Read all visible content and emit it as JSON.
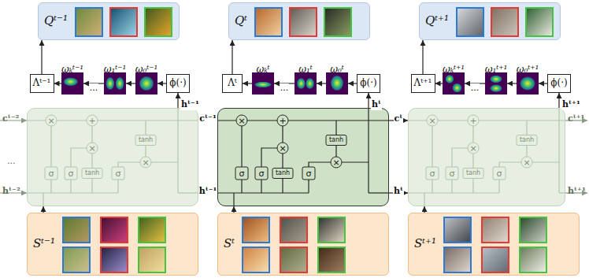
{
  "diagram": {
    "nodes": [
      {
        "text": [
          "Qᵗ⁻¹"
        ]
      },
      {
        "text": [
          "Qᵗ"
        ]
      },
      {
        "text": [
          "Qᵗ⁺¹"
        ]
      },
      {
        "text": [
          "Λᵗ⁻¹"
        ]
      },
      {
        "text": [
          "ωₖᵗ⁻¹"
        ]
      },
      {
        "text": [
          "ω₁ᵗ⁻¹"
        ]
      },
      {
        "text": [
          "ω₀ᵗ⁻¹"
        ]
      },
      {
        "text": [
          "ϕ(·)"
        ]
      },
      {
        "text": [
          "Λᵗ"
        ]
      },
      {
        "text": [
          "ωₖᵗ"
        ]
      },
      {
        "text": [
          "ω₁ᵗ"
        ]
      },
      {
        "text": [
          "ω₀ᵗ"
        ]
      },
      {
        "text": [
          "ϕ(·)"
        ]
      },
      {
        "text": [
          "Λᵗ⁺¹"
        ]
      },
      {
        "text": [
          "ωₖᵗ⁺¹"
        ]
      },
      {
        "text": [
          "ω₁ᵗ⁺¹"
        ]
      },
      {
        "text": [
          "ω₀ᵗ⁺¹"
        ]
      },
      {
        "text": [
          "ϕ(·)"
        ]
      },
      {
        "text": [
          "×",
          "+",
          "tanh",
          "×",
          "σ",
          "σ",
          "tanh",
          "σ",
          "×"
        ]
      },
      {
        "text": [
          "×",
          "+",
          "tanh",
          "×",
          "σ",
          "σ",
          "tanh",
          "σ",
          "×"
        ]
      },
      {
        "text": [
          "×",
          "+",
          "tanh",
          "×",
          "σ",
          "σ",
          "tanh",
          "σ",
          "×"
        ]
      },
      {
        "text": [
          "Sᵗ⁻¹"
        ]
      },
      {
        "text": [
          "Sᵗ"
        ]
      },
      {
        "text": [
          "Sᵗ⁺¹"
        ]
      }
    ],
    "edges": [
      {
        "from": 7,
        "to": 6,
        "arrow": "to"
      },
      {
        "from": 6,
        "to": 5,
        "arrow": "to"
      },
      {
        "from": 5,
        "to": 4,
        "label": "...",
        "arrow": "to"
      },
      {
        "from": 4,
        "to": 3,
        "arrow": "to"
      },
      {
        "from": 3,
        "to": 0,
        "arrow": "to"
      },
      {
        "from": 18,
        "to": 7,
        "label": "hᵗ⁻¹",
        "arrow": "to"
      },
      {
        "from": 21,
        "to": 18,
        "arrow": "to"
      },
      {
        "from": 12,
        "to": 11,
        "arrow": "to"
      },
      {
        "from": 11,
        "to": 10,
        "arrow": "to"
      },
      {
        "from": 10,
        "to": 9,
        "label": "...",
        "arrow": "to"
      },
      {
        "from": 9,
        "to": 8,
        "arrow": "to"
      },
      {
        "from": 8,
        "to": 1,
        "arrow": "to"
      },
      {
        "from": 19,
        "to": 12,
        "label": "hᵗ",
        "arrow": "to"
      },
      {
        "from": 22,
        "to": 19,
        "arrow": "to"
      },
      {
        "from": 17,
        "to": 16,
        "arrow": "to"
      },
      {
        "from": 16,
        "to": 15,
        "arrow": "to"
      },
      {
        "from": 15,
        "to": 14,
        "label": "...",
        "arrow": "to"
      },
      {
        "from": 14,
        "to": 13,
        "arrow": "to"
      },
      {
        "from": 13,
        "to": 2,
        "arrow": "to"
      },
      {
        "from": 20,
        "to": 17,
        "label": "hᵗ⁺¹",
        "arrow": "to"
      },
      {
        "from": 23,
        "to": 20,
        "arrow": "to"
      },
      {
        "from": 18,
        "to": 19,
        "label": "cᵗ⁻¹",
        "arrow": "to"
      },
      {
        "from": 18,
        "to": 19,
        "label": "hᵗ⁻¹",
        "arrow": "to"
      },
      {
        "from": 19,
        "to": 20,
        "label": "cᵗ",
        "arrow": "to"
      },
      {
        "from": 19,
        "to": 20,
        "label": "hᵗ",
        "arrow": "to"
      }
    ],
    "labels": [
      "cᵗ⁻²",
      "hᵗ⁻²",
      "...",
      "cᵗ⁺¹",
      "hᵗ⁺¹"
    ]
  }
}
